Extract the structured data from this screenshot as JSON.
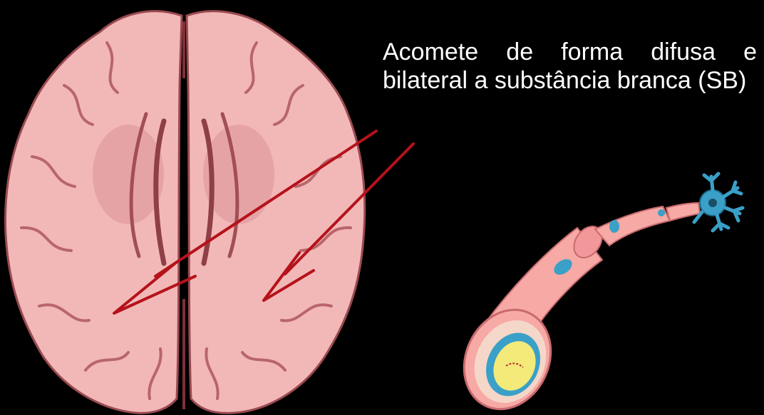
{
  "slide": {
    "caption": "Acomete de forma difusa e bilateral a substância branca (SB)"
  },
  "colors": {
    "background": "#000000",
    "text": "#ffffff",
    "brain_tissue": "#f2b8b7",
    "brain_outline": "#9a4a50",
    "arrow": "#b5121b",
    "myelin": "#f7a9a5",
    "node_blue": "#3aa0c8",
    "axon_core": "#f3ea7a"
  },
  "illustrations": {
    "brain": "axial-brain-section-illustration",
    "neuron": "myelinated-axon-cross-section-illustration"
  }
}
